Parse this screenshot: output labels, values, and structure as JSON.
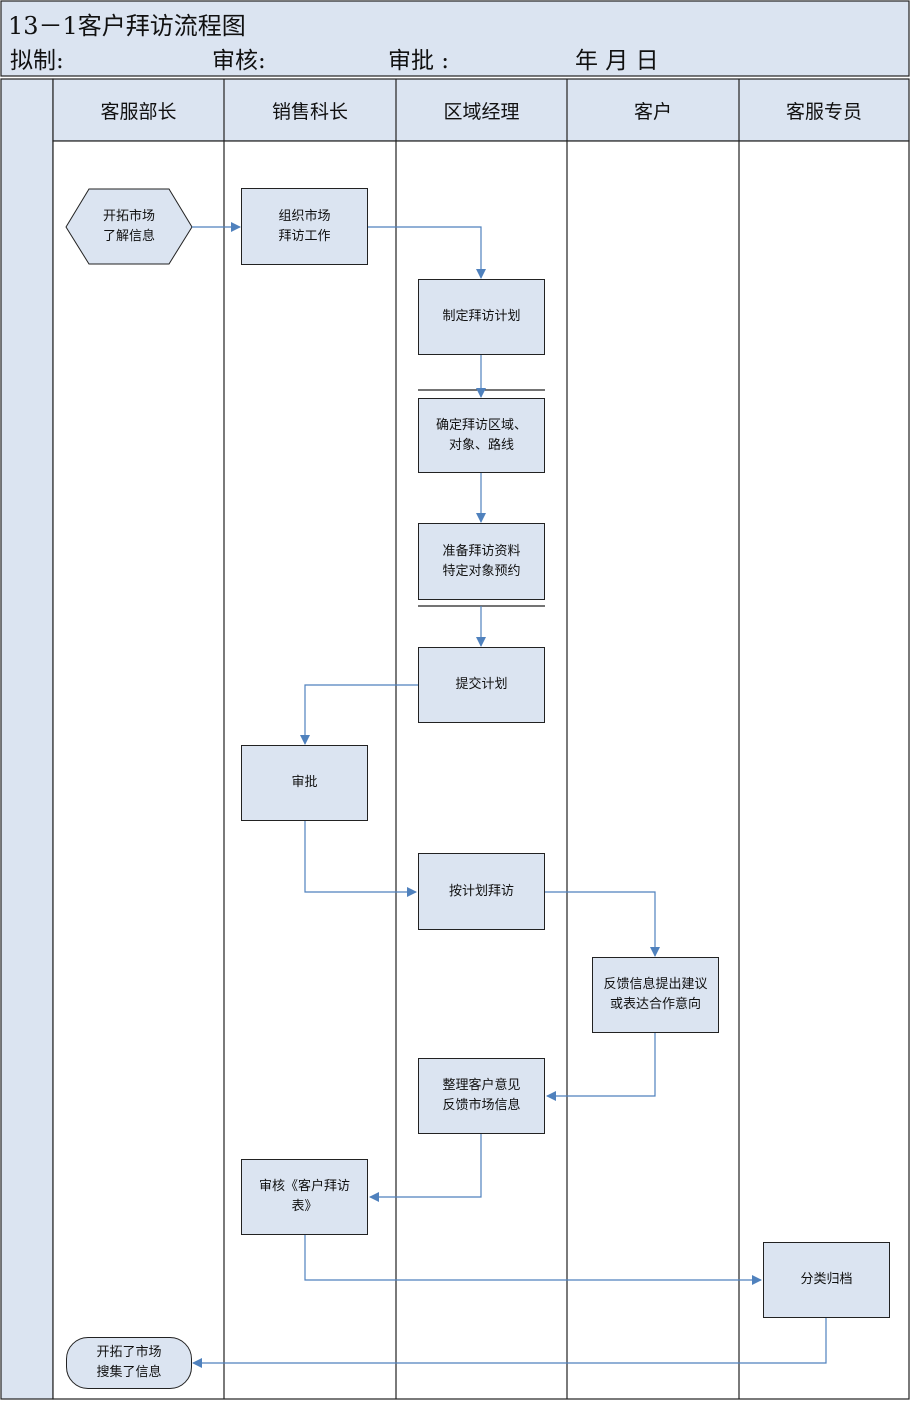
{
  "header": {
    "title": "13－1客户拜访流程图",
    "drafted_label": "拟制:",
    "reviewed_label": "审核:",
    "approved_label": "审批 :",
    "date_label": "年 月 日"
  },
  "lanes": [
    "客服部长",
    "销售科长",
    "区域经理",
    "客户",
    "客服专员"
  ],
  "steps": {
    "start": "开拓市场\n了解信息",
    "organize": "组织市场\n拜访工作",
    "plan": "制定拜访计划",
    "define": "确定拜访区域、\n对象、路线",
    "prepare": "准备拜访资料\n特定对象预约",
    "submit": "提交计划",
    "approve": "审批",
    "visit": "按计划拜访",
    "feedback": "反馈信息提出建议\n或表达合作意向",
    "organize_opinions": "整理客户意见\n反馈市场信息",
    "review_form": "审核《客户拜访\n表》",
    "archive": "分类归档",
    "end": "开拓了市场\n搜集了信息"
  },
  "colors": {
    "header_bg": "#dbe4f1",
    "node_fill": "#dbe4f1",
    "border": "#222222",
    "arrow": "#4f81bd"
  }
}
